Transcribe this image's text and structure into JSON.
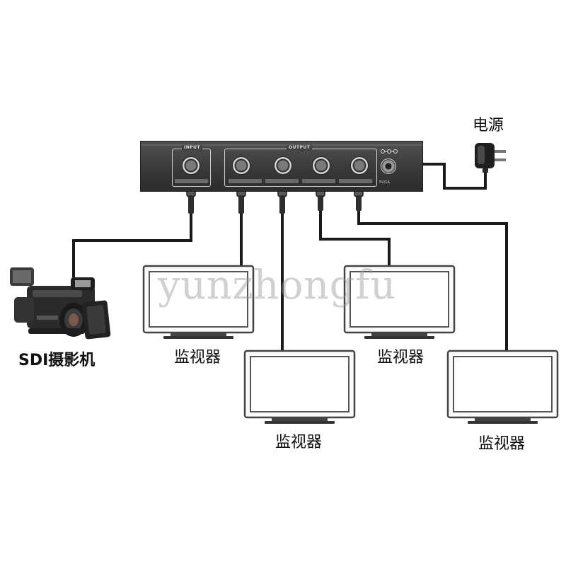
{
  "device": {
    "input_label": "INPUT",
    "output_label": "OUTPUT",
    "dc_label": "5V/1A",
    "polarity_icon": "dc-polarity-icon"
  },
  "power": {
    "label": "电源",
    "icon": "power-adapter-icon"
  },
  "camera": {
    "label": "SDI摄影机",
    "icon": "camcorder-icon"
  },
  "monitors": [
    {
      "label": "监视器"
    },
    {
      "label": "监视器"
    },
    {
      "label": "监视器"
    },
    {
      "label": "监视器"
    }
  ],
  "watermark": "yunzhongfu",
  "colors": {
    "device": "#3a3a3a",
    "cable": "#1a1a1a",
    "monitor_frame": "#444444",
    "background": "#ffffff"
  }
}
